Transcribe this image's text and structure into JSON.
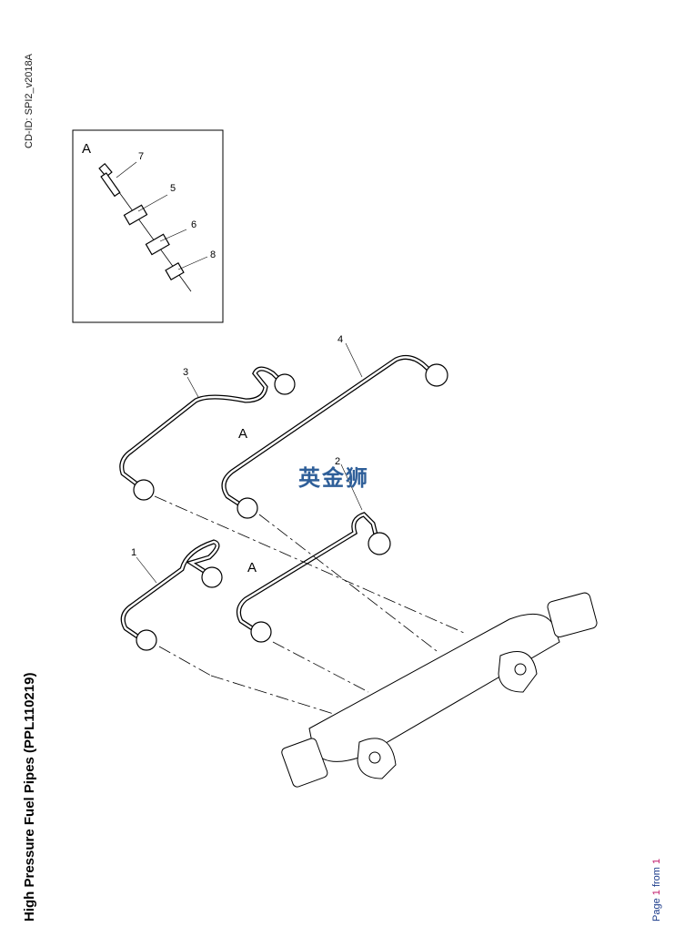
{
  "header": {
    "cd_id": "CD-ID: SPI2_v2018A"
  },
  "title": "High Pressure Fuel Pipes (PPL110219)",
  "footer": {
    "page_word": "Page",
    "page": "1",
    "from_word": "from",
    "total": "1"
  },
  "watermark": "英金狮",
  "detail": {
    "label": "A",
    "callouts": [
      "7",
      "5",
      "6",
      "8"
    ]
  },
  "main": {
    "callouts": [
      "1",
      "2",
      "3",
      "4"
    ],
    "view_labels": [
      "A",
      "A"
    ]
  }
}
